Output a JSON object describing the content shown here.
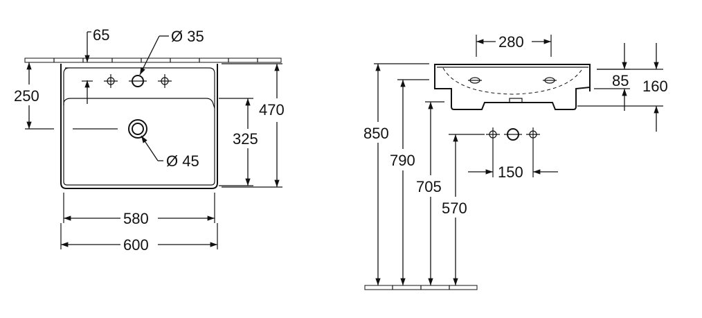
{
  "top_view": {
    "dimensions": {
      "tap_hole_offset": "65",
      "tap_hole_diameter": "Ø 35",
      "depth_to_overflow": "250",
      "outer_depth": "470",
      "inner_depth": "325",
      "drain_diameter": "Ø 45",
      "inner_width": "580",
      "outer_width": "600"
    }
  },
  "side_view": {
    "dimensions": {
      "hole_spacing_top": "280",
      "rim_height": "85",
      "total_height": "160",
      "rim_top_height": "850",
      "rim_under_height": "790",
      "bottom_height": "705",
      "waste_height": "570",
      "hole_spacing_front": "150"
    }
  },
  "colors": {
    "line": "#111111",
    "background": "#ffffff"
  }
}
